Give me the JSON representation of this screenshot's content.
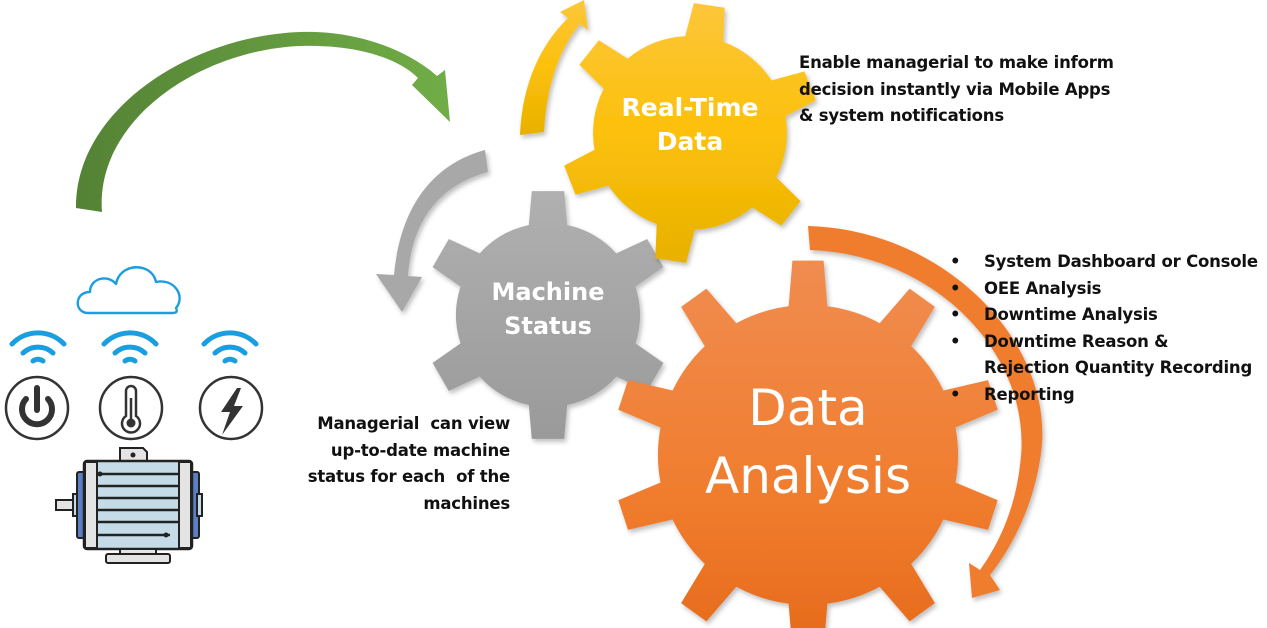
{
  "title": "Machine Monitoring System Overview",
  "colors": {
    "green_arrow": "#6aab45",
    "gray_gear": "#a6a6a6",
    "yellow_gear": "#fcc00b",
    "orange_gear": "#f07d2e",
    "icon_blue": "#1b9ee0",
    "motor_body": "#c5dce8",
    "motor_side": "#5a7fc4"
  },
  "gears": {
    "realtime": {
      "line1": "Real-Time",
      "line2": "Data"
    },
    "machine": {
      "line1": "Machine",
      "line2": "Status"
    },
    "analysis": {
      "line1": "Data",
      "line2": "Analysis"
    }
  },
  "notes": {
    "realtime": [
      "Enable managerial to make inform",
      "decision instantly via Mobile Apps",
      "& system notifications"
    ],
    "machine": [
      "Managerial  can view",
      "up-to-date machine",
      "status for each  of the",
      "machines"
    ]
  },
  "analysis_features": [
    {
      "bullet": "•",
      "text": "System Dashboard or Console"
    },
    {
      "bullet": "•",
      "text": "OEE Analysis"
    },
    {
      "bullet": "•",
      "text": "Downtime Analysis"
    },
    {
      "bullet": "•",
      "text": "Downtime Reason &"
    },
    {
      "bullet": "",
      "text": "Rejection Quantity Recording"
    },
    {
      "bullet": "•",
      "text": "Reporting"
    }
  ],
  "icons": {
    "cloud": "cloud-icon",
    "wifi": "wifi-icon",
    "sensors": [
      "power-icon",
      "thermometer-icon",
      "lightning-icon"
    ],
    "machine": "electric-motor-icon"
  }
}
